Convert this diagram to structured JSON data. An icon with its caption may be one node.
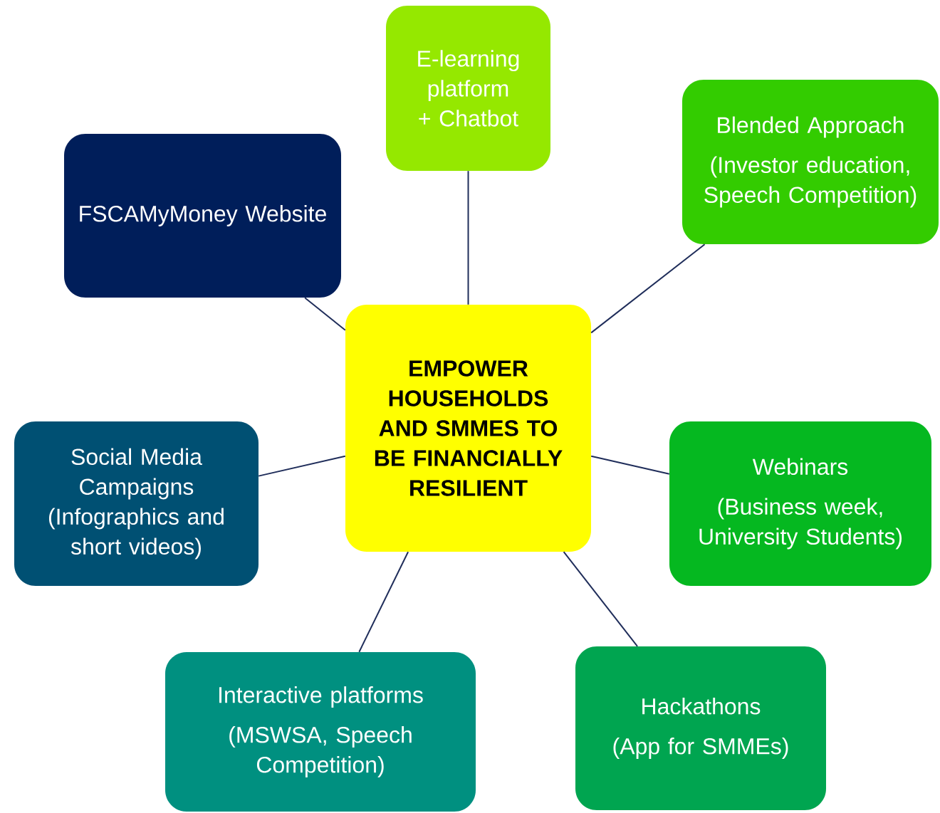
{
  "diagram": {
    "nodes": [
      {
        "text": [
          "EMPOWER HOUSEHOLDS AND SMMES TO BE FINANCIALLY RESILIENT"
        ]
      },
      {
        "text": [
          "E-learning platform + Chatbot"
        ]
      },
      {
        "text": [
          "Blended Approach",
          "(Investor education, Speech Competition)"
        ]
      },
      {
        "text": [
          "Webinars",
          "(Business week, University Students)"
        ]
      },
      {
        "text": [
          "Hackathons",
          "(App for SMMEs)"
        ]
      },
      {
        "text": [
          "Interactive platforms",
          "(MSWSA, Speech Competition)"
        ]
      },
      {
        "text": [
          "Social Media Campaigns (Infographics and short videos)"
        ]
      },
      {
        "text": [
          "FSCAMyMoney Website"
        ]
      }
    ],
    "edges": [
      {
        "from": 0,
        "to": 1,
        "arrow": "none"
      },
      {
        "from": 0,
        "to": 2,
        "arrow": "none"
      },
      {
        "from": 0,
        "to": 3,
        "arrow": "none"
      },
      {
        "from": 0,
        "to": 4,
        "arrow": "none"
      },
      {
        "from": 0,
        "to": 5,
        "arrow": "none"
      },
      {
        "from": 0,
        "to": 6,
        "arrow": "none"
      },
      {
        "from": 0,
        "to": 7,
        "arrow": "none"
      }
    ]
  }
}
